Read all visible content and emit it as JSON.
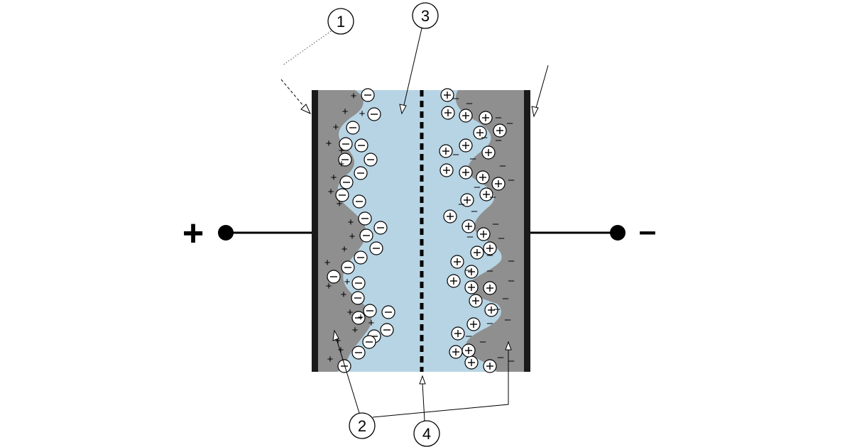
{
  "terminals": {
    "positive": "+",
    "negative": "–"
  },
  "callouts": [
    "1",
    "2",
    "3",
    "4"
  ],
  "ion_signs": {
    "anion": "−",
    "cation": "+",
    "electrode_positive_charge": "+",
    "electrode_negative_charge": "–"
  },
  "colors": {
    "electrolyte": "#b7d4e4",
    "electrode": "#8f8f8f",
    "current_collector": "#1a1a1a",
    "line": "#000000"
  }
}
